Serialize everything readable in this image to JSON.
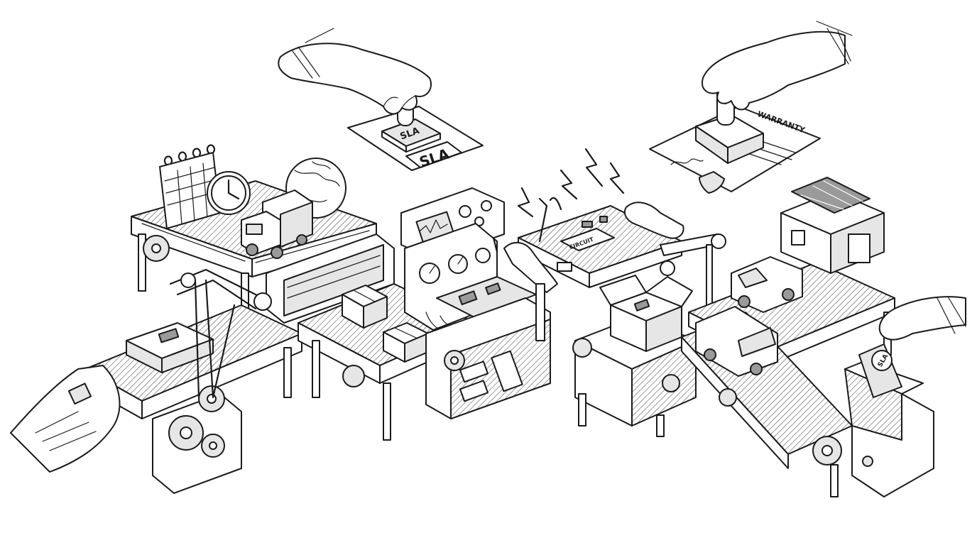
{
  "stamps": {
    "left_stamp_label": "SLA",
    "left_document_label": "SLA",
    "right_document_label": "WARRANTY"
  },
  "circuit_board": {
    "label": "CIRCUIT"
  },
  "folder_badge": {
    "label": "SLA"
  }
}
